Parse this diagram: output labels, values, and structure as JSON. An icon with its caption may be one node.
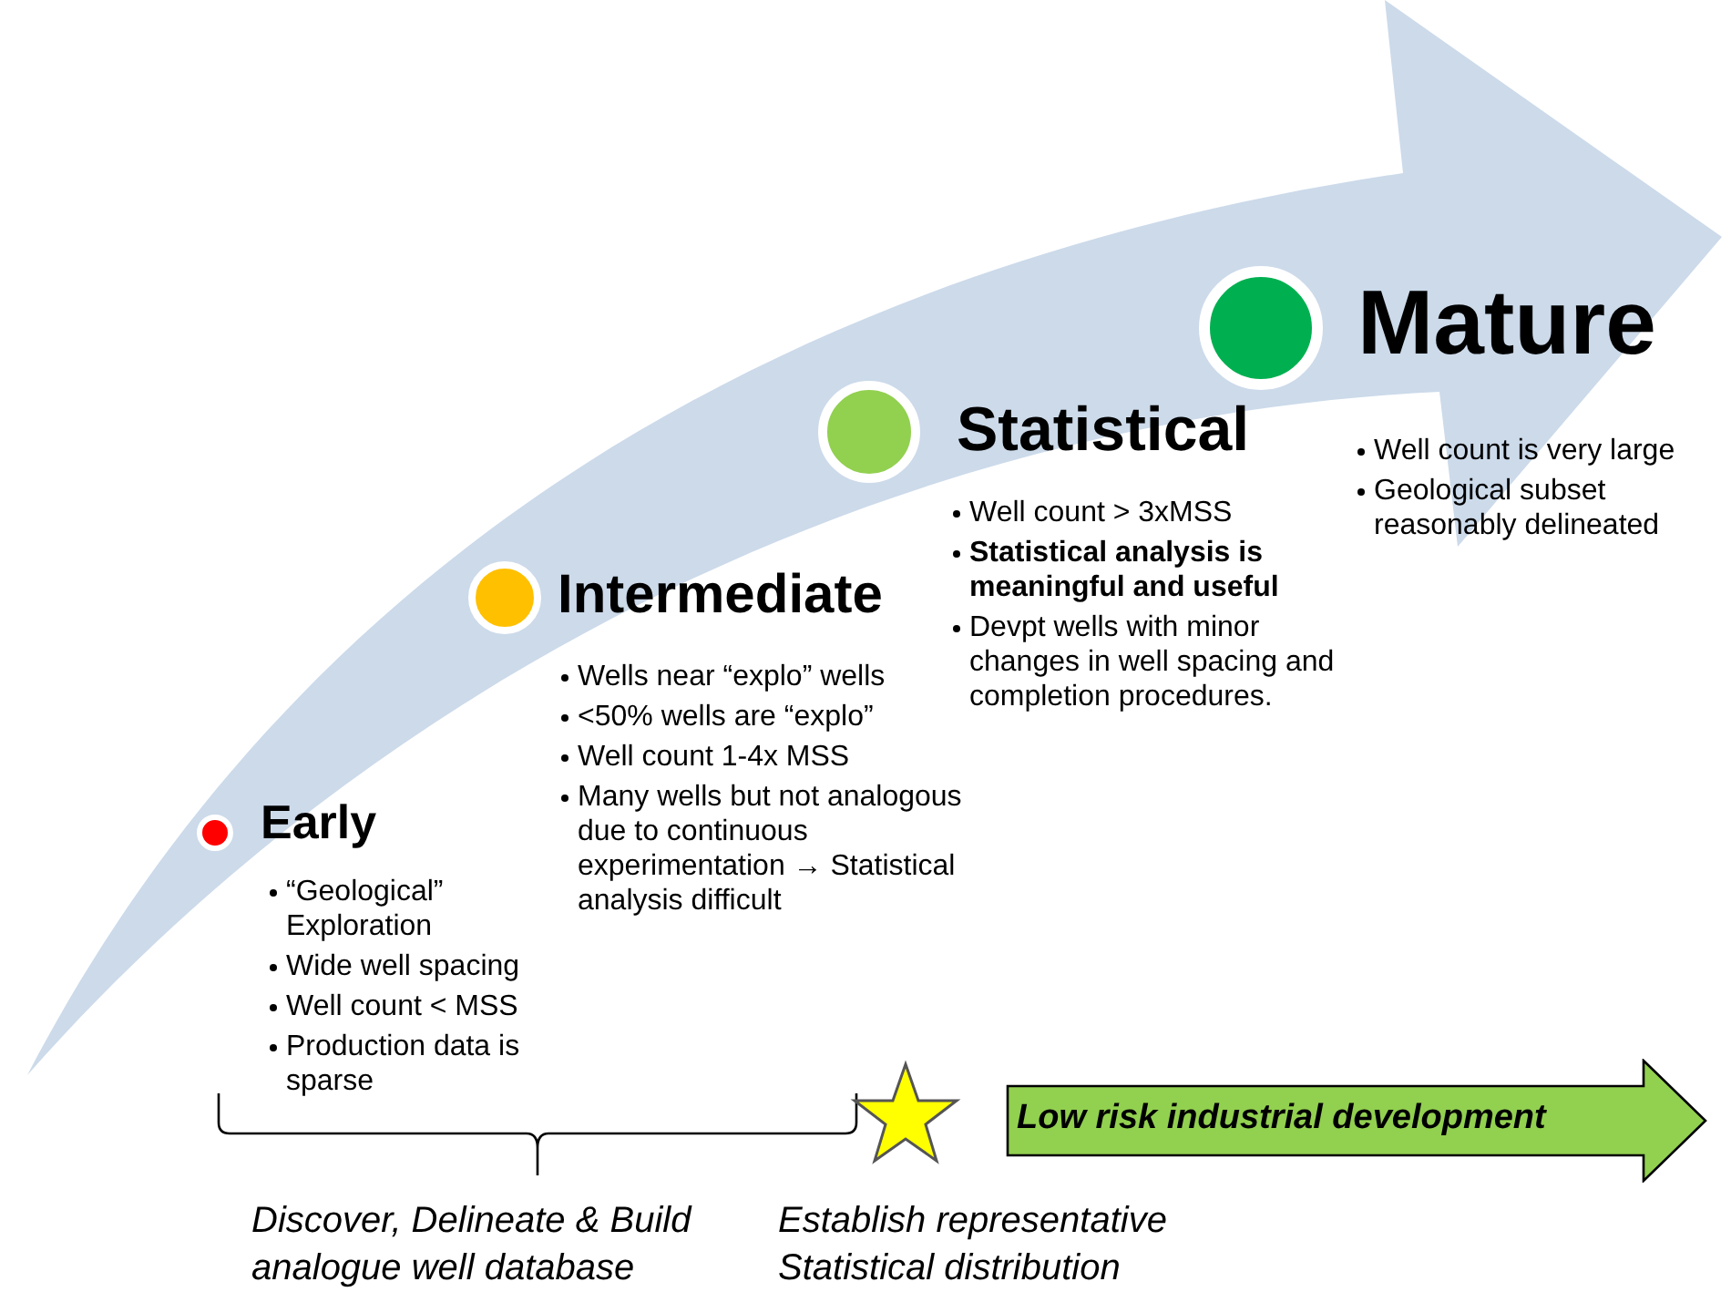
{
  "diagram": {
    "nodes": [
      {
        "text": [
          "Early",
          "“Geological” Exploration",
          "Wide well spacing",
          "Well count < MSS",
          "Production data is sparse"
        ]
      },
      {
        "text": [
          "Intermediate",
          "Wells near “explo” wells",
          "<50% wells are “explo”",
          "Well count 1-4x MSS",
          "Many wells but not analogous due to continuous experimentation → Statistical analysis difficult"
        ]
      },
      {
        "text": [
          "Statistical",
          "Well count > 3xMSS",
          "**Statistical analysis is meaningful and useful**",
          "Devpt wells with minor changes in well spacing and completion procedures."
        ]
      },
      {
        "text": [
          "Mature",
          "Well count is very large",
          "Geological subset reasonably delineated"
        ]
      },
      {
        "text": [
          "Low risk industrial development"
        ]
      }
    ],
    "labels": [
      "Discover, Delineate & Build analogue well database",
      "Establish representative Statistical distribution"
    ]
  }
}
